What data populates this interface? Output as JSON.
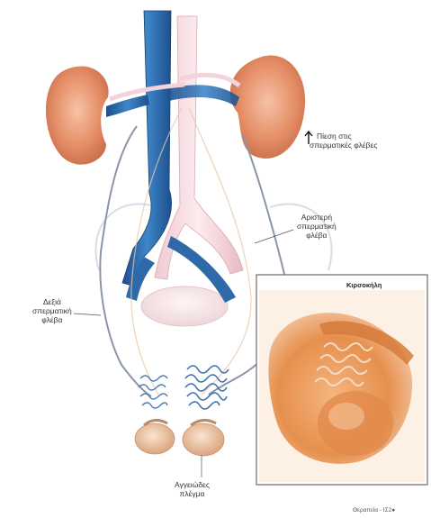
{
  "labels": {
    "pressure_line1": "Πίεση στις",
    "pressure_line2": "σπερματικές φλέβες",
    "left_vein_line1": "Αριστερή",
    "left_vein_line2": "σπερματική",
    "left_vein_line3": "φλέβα",
    "right_vein_line1": "Δεξιά",
    "right_vein_line2": "σπερματική",
    "right_vein_line3": "φλέβα",
    "plexus_line1": "Αγγειώδες",
    "plexus_line2": "πλέγμα"
  },
  "inset": {
    "title": "Κιρσοκήλη"
  },
  "footer": {
    "note": "Θεραπεία - ΙΣ2●"
  },
  "colors": {
    "vein_blue": "#2f6fb0",
    "artery_pink": "#f4d6dc",
    "kidney": "#e4946e",
    "tissue_orange": "#e58a46",
    "line": "#8a97a8"
  }
}
